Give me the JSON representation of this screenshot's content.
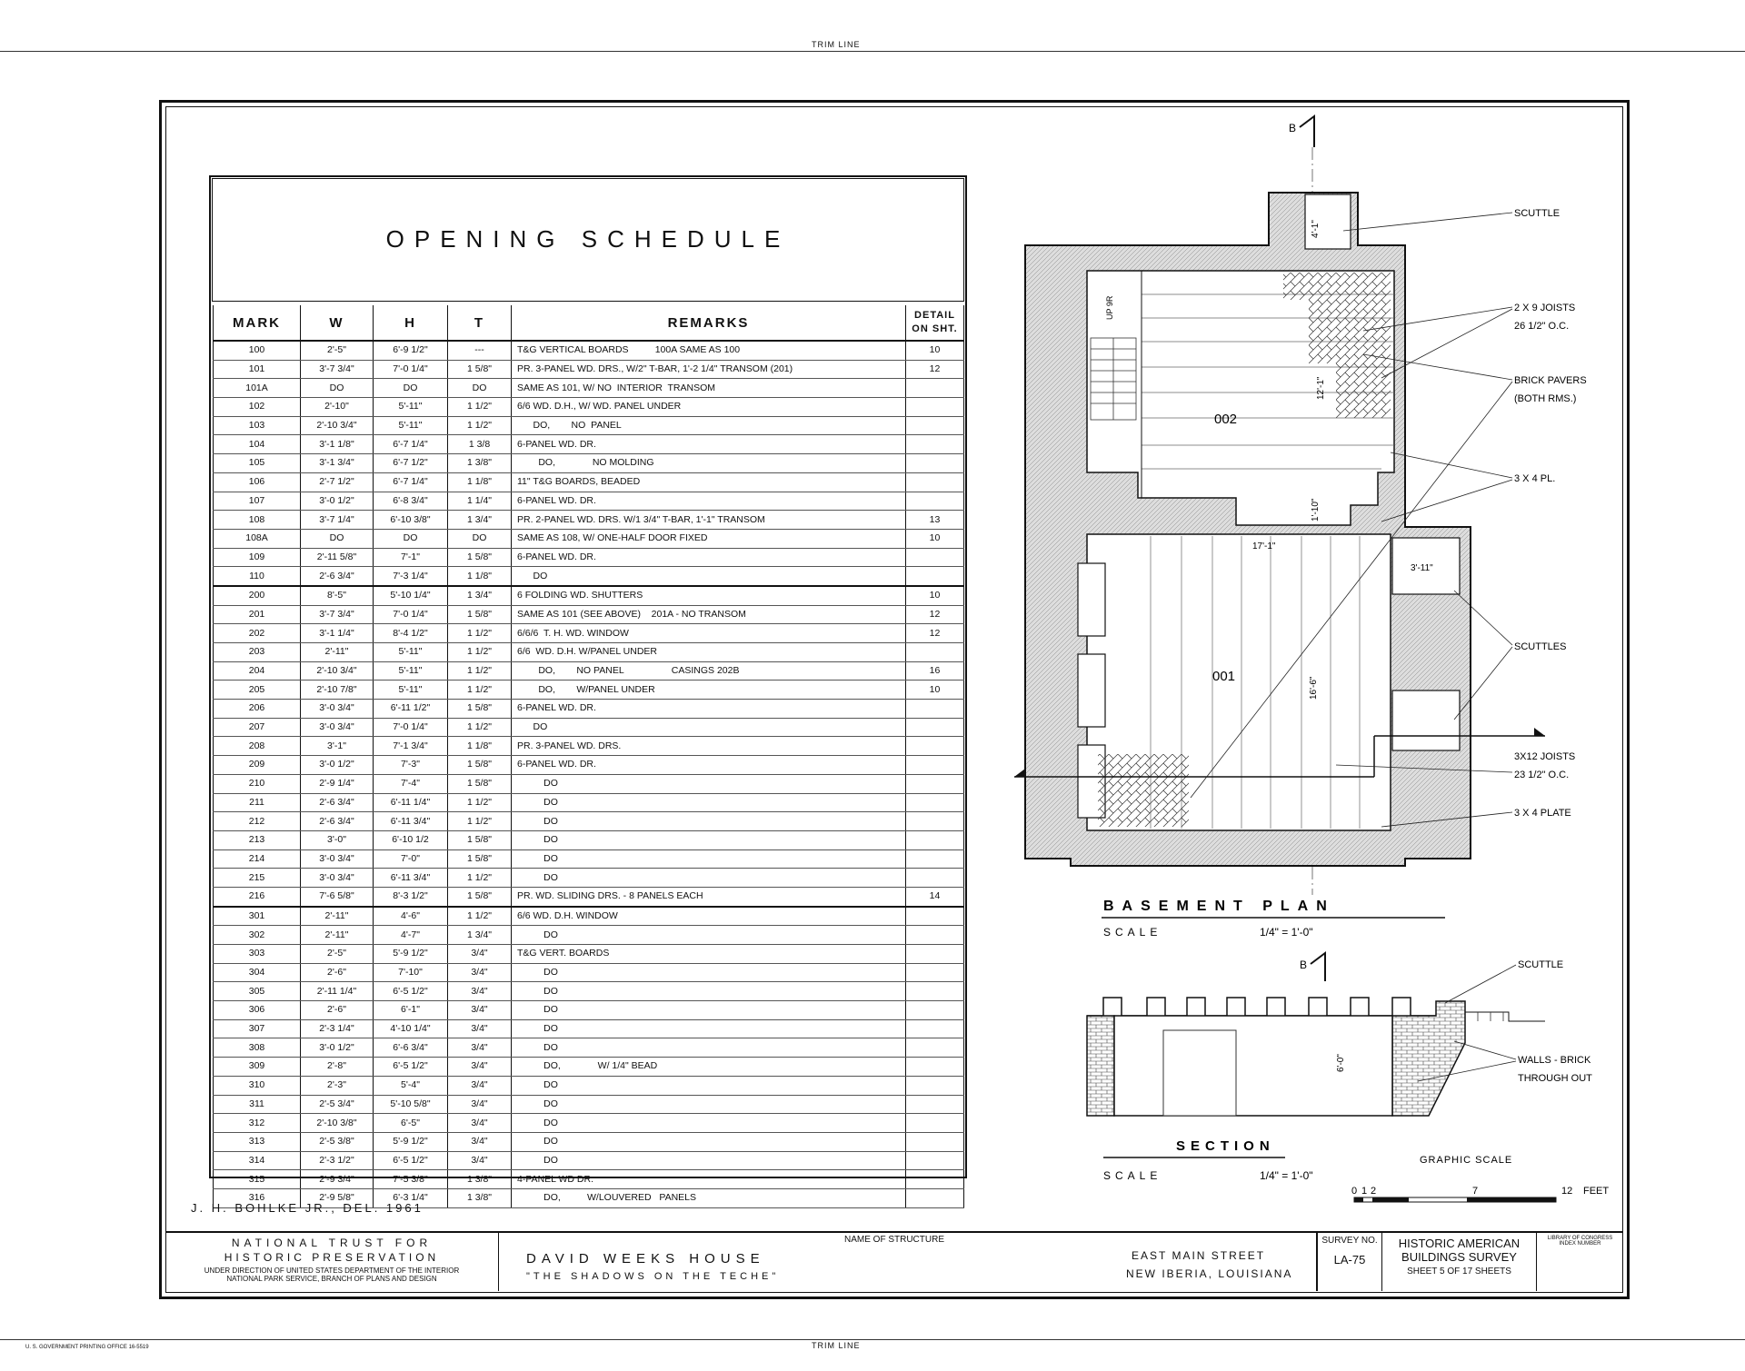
{
  "trim_line": "TRIM LINE",
  "schedule": {
    "title": "OPENING SCHEDULE",
    "headers": {
      "mark": "MARK",
      "w": "W",
      "h": "H",
      "t": "T",
      "remarks": "REMARKS",
      "detail1": "DETAIL",
      "detail2": "ON SHT."
    },
    "rows": [
      [
        "100",
        "2'-5\"",
        "6'-9 1/2\"",
        "---",
        "T&G VERTICAL BOARDS          100A SAME AS 100",
        "10"
      ],
      [
        "101",
        "3'-7 3/4\"",
        "7'-0 1/4\"",
        "1 5/8\"",
        "PR. 3-PANEL WD. DRS., W/2\" T-BAR, 1'-2 1/4\" TRANSOM (201)",
        "12"
      ],
      [
        "101A",
        "DO",
        "DO",
        "DO",
        "SAME AS 101, W/ NO  INTERIOR  TRANSOM",
        ""
      ],
      [
        "102",
        "2'-10\"",
        "5'-11\"",
        "1 1/2\"",
        "6/6 WD. D.H., W/ WD. PANEL UNDER",
        ""
      ],
      [
        "103",
        "2'-10 3/4\"",
        "5'-11\"",
        "1 1/2\"",
        "      DO,        NO  PANEL",
        ""
      ],
      [
        "104",
        "3'-1 1/8\"",
        "6'-7 1/4\"",
        "1 3/8",
        "6-PANEL WD. DR.",
        ""
      ],
      [
        "105",
        "3'-1 3/4\"",
        "6'-7 1/2\"",
        "1 3/8\"",
        "        DO,              NO MOLDING",
        ""
      ],
      [
        "106",
        "2'-7 1/2\"",
        "6'-7 1/4\"",
        "1 1/8\"",
        "11\" T&G BOARDS, BEADED",
        ""
      ],
      [
        "107",
        "3'-0 1/2\"",
        "6'-8 3/4\"",
        "1 1/4\"",
        "6-PANEL WD. DR.",
        ""
      ],
      [
        "108",
        "3'-7 1/4\"",
        "6'-10 3/8\"",
        "1 3/4\"",
        "PR. 2-PANEL WD. DRS. W/1 3/4\" T-BAR, 1'-1\" TRANSOM",
        "13"
      ],
      [
        "108A",
        "DO",
        "DO",
        "DO",
        "SAME AS 108, W/ ONE-HALF DOOR FIXED",
        "10"
      ],
      [
        "109",
        "2'-11 5/8\"",
        "7'-1\"",
        "1 5/8\"",
        "6-PANEL WD. DR.",
        ""
      ],
      [
        "110",
        "2'-6 3/4\"",
        "7'-3 1/4\"",
        "1 1/8\"",
        "      DO",
        ""
      ],
      [
        "200",
        "8'-5\"",
        "5'-10 1/4\"",
        "1 3/4\"",
        "6 FOLDING WD. SHUTTERS",
        "10"
      ],
      [
        "201",
        "3'-7 3/4\"",
        "7'-0 1/4\"",
        "1 5/8\"",
        "SAME AS 101 (SEE ABOVE)    201A - NO TRANSOM",
        "12"
      ],
      [
        "202",
        "3'-1 1/4\"",
        "8'-4 1/2\"",
        "1 1/2\"",
        "6/6/6  T. H. WD. WINDOW",
        "12"
      ],
      [
        "203",
        "2'-11\"",
        "5'-11\"",
        "1 1/2\"",
        "6/6  WD. D.H. W/PANEL UNDER",
        ""
      ],
      [
        "204",
        "2'-10 3/4\"",
        "5'-11\"",
        "1 1/2\"",
        "        DO,        NO PANEL                  CASINGS 202B",
        "16"
      ],
      [
        "205",
        "2'-10 7/8\"",
        "5'-11\"",
        "1 1/2\"",
        "        DO,        W/PANEL UNDER",
        "10"
      ],
      [
        "206",
        "3'-0 3/4\"",
        "6'-11 1/2\"",
        "1 5/8\"",
        "6-PANEL WD. DR.",
        ""
      ],
      [
        "207",
        "3'-0 3/4\"",
        "7'-0 1/4\"",
        "1 1/2\"",
        "      DO",
        ""
      ],
      [
        "208",
        "3'-1\"",
        "7'-1 3/4\"",
        "1 1/8\"",
        "PR. 3-PANEL WD. DRS.",
        ""
      ],
      [
        "209",
        "3'-0 1/2\"",
        "7'-3\"",
        "1 5/8\"",
        "6-PANEL WD. DR.",
        ""
      ],
      [
        "210",
        "2'-9 1/4\"",
        "7'-4\"",
        "1 5/8\"",
        "          DO",
        ""
      ],
      [
        "211",
        "2'-6 3/4\"",
        "6'-11 1/4\"",
        "1 1/2\"",
        "          DO",
        ""
      ],
      [
        "212",
        "2'-6 3/4\"",
        "6'-11 3/4\"",
        "1 1/2\"",
        "          DO",
        ""
      ],
      [
        "213",
        "3'-0\"",
        "6'-10 1/2",
        "1 5/8\"",
        "          DO",
        ""
      ],
      [
        "214",
        "3'-0 3/4\"",
        "7'-0\"",
        "1 5/8\"",
        "          DO",
        ""
      ],
      [
        "215",
        "3'-0 3/4\"",
        "6'-11 3/4\"",
        "1 1/2\"",
        "          DO",
        ""
      ],
      [
        "216",
        "7'-6 5/8\"",
        "8'-3 1/2\"",
        "1 5/8\"",
        "PR. WD. SLIDING DRS. - 8 PANELS EACH",
        "14"
      ],
      [
        "301",
        "2'-11\"",
        "4'-6\"",
        "1 1/2\"",
        "6/6 WD. D.H. WINDOW",
        ""
      ],
      [
        "302",
        "2'-11\"",
        "4'-7\"",
        "1 3/4\"",
        "          DO",
        ""
      ],
      [
        "303",
        "2'-5\"",
        "5'-9 1/2\"",
        "3/4\"",
        "T&G VERT. BOARDS",
        ""
      ],
      [
        "304",
        "2'-6\"",
        "7'-10\"",
        "3/4\"",
        "          DO",
        ""
      ],
      [
        "305",
        "2'-11 1/4\"",
        "6'-5 1/2\"",
        "3/4\"",
        "          DO",
        ""
      ],
      [
        "306",
        "2'-6\"",
        "6'-1\"",
        "3/4\"",
        "          DO",
        ""
      ],
      [
        "307",
        "2'-3 1/4\"",
        "4'-10 1/4\"",
        "3/4\"",
        "          DO",
        ""
      ],
      [
        "308",
        "3'-0 1/2\"",
        "6'-6 3/4\"",
        "3/4\"",
        "          DO",
        ""
      ],
      [
        "309",
        "2'-8\"",
        "6'-5 1/2\"",
        "3/4\"",
        "          DO,              W/ 1/4\" BEAD",
        ""
      ],
      [
        "310",
        "2'-3\"",
        "5'-4\"",
        "3/4\"",
        "          DO",
        ""
      ],
      [
        "311",
        "2'-5 3/4\"",
        "5'-10 5/8\"",
        "3/4\"",
        "          DO",
        ""
      ],
      [
        "312",
        "2'-10 3/8\"",
        "6'-5\"",
        "3/4\"",
        "          DO",
        ""
      ],
      [
        "313",
        "2'-5 3/8\"",
        "5'-9 1/2\"",
        "3/4\"",
        "          DO",
        ""
      ],
      [
        "314",
        "2'-3 1/2\"",
        "6'-5 1/2\"",
        "3/4\"",
        "          DO",
        ""
      ],
      [
        "315",
        "2'-9 3/4\"",
        "7'-5 3/8\"",
        "1 3/8\"",
        "4-PANEL WD DR.",
        ""
      ],
      [
        "316",
        "2'-9 5/8\"",
        "6'-3 1/4\"",
        "1 3/8\"",
        "          DO,          W/LOUVERED   PANELS",
        ""
      ]
    ]
  },
  "delineator": "J. H. BOHLKE JR., DEL. 1961",
  "plan": {
    "section_mark": "B",
    "room_002": "002",
    "room_001": "001",
    "dim_4_1": "4'-1\"",
    "dim_12_1": "12'-1\"",
    "dim_1_10": "1'-10\"",
    "dim_17_1": "17'-1\"",
    "dim_3_11": "3'-11\"",
    "dim_16_6": "16'-6\"",
    "up": "UP 9R",
    "labels": {
      "scuttle": "SCUTTLE",
      "joists_2x9_a": "2 X 9  JOISTS",
      "joists_2x9_b": "26 1/2\" O.C.",
      "brick_pavers_a": "BRICK PAVERS",
      "brick_pavers_b": "(BOTH RMS.)",
      "pl_3x4": "3 X 4  PL.",
      "scuttles": "SCUTTLES",
      "joists_3x12_a": "3X12  JOISTS",
      "joists_3x12_b": "23 1/2\" O.C.",
      "plate_3x4": "3 X 4  PLATE"
    },
    "title": "BASEMENT   PLAN",
    "scale_word": "SCALE",
    "scale_value": "1/4\" = 1'-0\""
  },
  "section": {
    "mark": "B",
    "dim": "6'-0\"",
    "scuttle": "SCUTTLE",
    "walls_a": "WALLS - BRICK",
    "walls_b": "THROUGH OUT",
    "title": "SECTION",
    "scale_word": "SCALE",
    "scale_value": "1/4\" = 1'-0\""
  },
  "graphic_scale": {
    "title": "GRAPHIC  SCALE",
    "t0": "0",
    "t1": "1",
    "t2": "2",
    "t7": "7",
    "t12": "12",
    "unit": "FEET"
  },
  "title_block": {
    "org1": "NATIONAL   TRUST   FOR",
    "org2": "HISTORIC  PRESERVATION",
    "org3": "UNDER DIRECTION OF UNITED STATES DEPARTMENT OF THE INTERIOR",
    "org4": "NATIONAL PARK SERVICE, BRANCH OF PLANS AND DESIGN",
    "name_label": "NAME OF STRUCTURE",
    "name": "DAVID   WEEKS   HOUSE",
    "subname": "\"THE   SHADOWS   ON   THE   TECHE\"",
    "street": "EAST MAIN STREET",
    "city": "NEW IBERIA, LOUISIANA",
    "survey_label": "SURVEY NO.",
    "survey_no": "LA-75",
    "habs1": "HISTORIC AMERICAN",
    "habs2": "BUILDINGS SURVEY",
    "sheet": "SHEET  5  OF  17  SHEETS",
    "loc1": "LIBRARY OF CONGRESS",
    "loc2": "INDEX NUMBER"
  },
  "printer": "U. S. GOVERNMENT PRINTING OFFICE    16-5519"
}
